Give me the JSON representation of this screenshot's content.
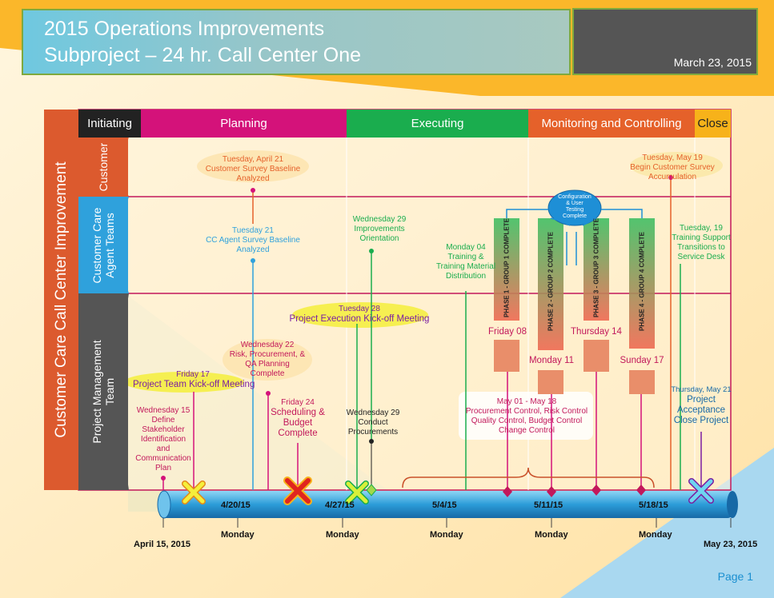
{
  "header": {
    "title_line1": "2015 Operations Improvements",
    "title_line2": "Subproject – 24 hr. Call Center One",
    "date": "March 23, 2015"
  },
  "vertical_title": "Customer Care Call Center Improvement",
  "phases": [
    {
      "label": "Initiating",
      "color": "#222222"
    },
    {
      "label": "Planning",
      "color": "#d4127a"
    },
    {
      "label": "Executing",
      "color": "#1aad4e"
    },
    {
      "label": "Monitoring and Controlling",
      "color": "#e5612a"
    },
    {
      "label": "Close",
      "color": "#f7b21a"
    }
  ],
  "lanes": [
    {
      "label": "Customer",
      "color": "#dc5a2e"
    },
    {
      "label": "Customer Care Agent Teams",
      "color": "#2fa1dc"
    },
    {
      "label": "Project Management Team",
      "color": "#555555"
    }
  ],
  "events": {
    "cust_apr21": {
      "l1": "Tuesday, April 21",
      "l2": "Customer Survey Baseline",
      "l3": "Analyzed"
    },
    "cust_may19": {
      "l1": "Tuesday, May 19",
      "l2": "Begin Customer Survey",
      "l3": "Accumulation"
    },
    "agent_21": {
      "l1": "Tuesday 21",
      "l2": "CC Agent Survey Baseline",
      "l3": "Analyzed"
    },
    "agent_29": {
      "l1": "Wednesday 29",
      "l2": "Improvements",
      "l3": "Orientation"
    },
    "agent_may04": {
      "l1": "Monday 04",
      "l2": "Training &",
      "l3": "Training Material",
      "l4": "Distribution"
    },
    "agent_19": {
      "l1": "Tuesday, 19",
      "l2": "Training Support",
      "l3": "Transitions to",
      "l4": "Service Desk"
    },
    "config": {
      "l1": "Configuration",
      "l2": "& User",
      "l3": "Testing",
      "l4": "Complete"
    },
    "phase_bars": [
      "PHASE 1 - GROUP 1 COMPLETE",
      "PHASE 2 - GROUP 2 COMPLETE",
      "PHASE 3 - GROUP 3 COMPLETE",
      "PHASE 4 - GROUP 4 COMPLETE"
    ],
    "phase_dates": [
      "Friday 08",
      "Monday 11",
      "Thursday 14",
      "Sunday 17"
    ],
    "pm_tue28": {
      "l1": "Tuesday 28",
      "l2": "Project Execution Kick-off Meeting"
    },
    "pm_wed22": {
      "l1": "Wednesday 22",
      "l2": "Risk, Procurement, &",
      "l3": "QA Planning",
      "l4": "Complete"
    },
    "pm_fri17": {
      "l1": "Friday 17",
      "l2": "Project Team Kick-off Meeting"
    },
    "pm_fri24": {
      "l1": "Friday 24",
      "l2": "Scheduling &",
      "l3": "Budget",
      "l4": "Complete"
    },
    "pm_wed15": {
      "l1": "Wednesday 15",
      "l2": "Define",
      "l3": "Stakeholder",
      "l4": "Identification",
      "l5": "and",
      "l6": "Communication",
      "l7": "Plan"
    },
    "pm_wed29": {
      "l1": "Wednesday 29",
      "l2": "Conduct",
      "l3": "Procurements"
    },
    "pm_may01_18": {
      "l1": "May  01 - May  18",
      "l2": "Procurement Control, Risk Control",
      "l3": "Quality Control, Budget Control",
      "l4": "Change Control"
    },
    "pm_may21": {
      "l1": "Thursday, May 21",
      "l2": "Project",
      "l3": "Acceptance",
      "l4": "Close Project"
    }
  },
  "axis": {
    "ticks": [
      "4/20/15",
      "4/27/15",
      "5/4/15",
      "5/11/15",
      "5/18/15"
    ],
    "weekday": "Monday",
    "start": "April 15, 2015",
    "end": "May 23, 2015"
  },
  "footer": {
    "page": "Page 1"
  }
}
